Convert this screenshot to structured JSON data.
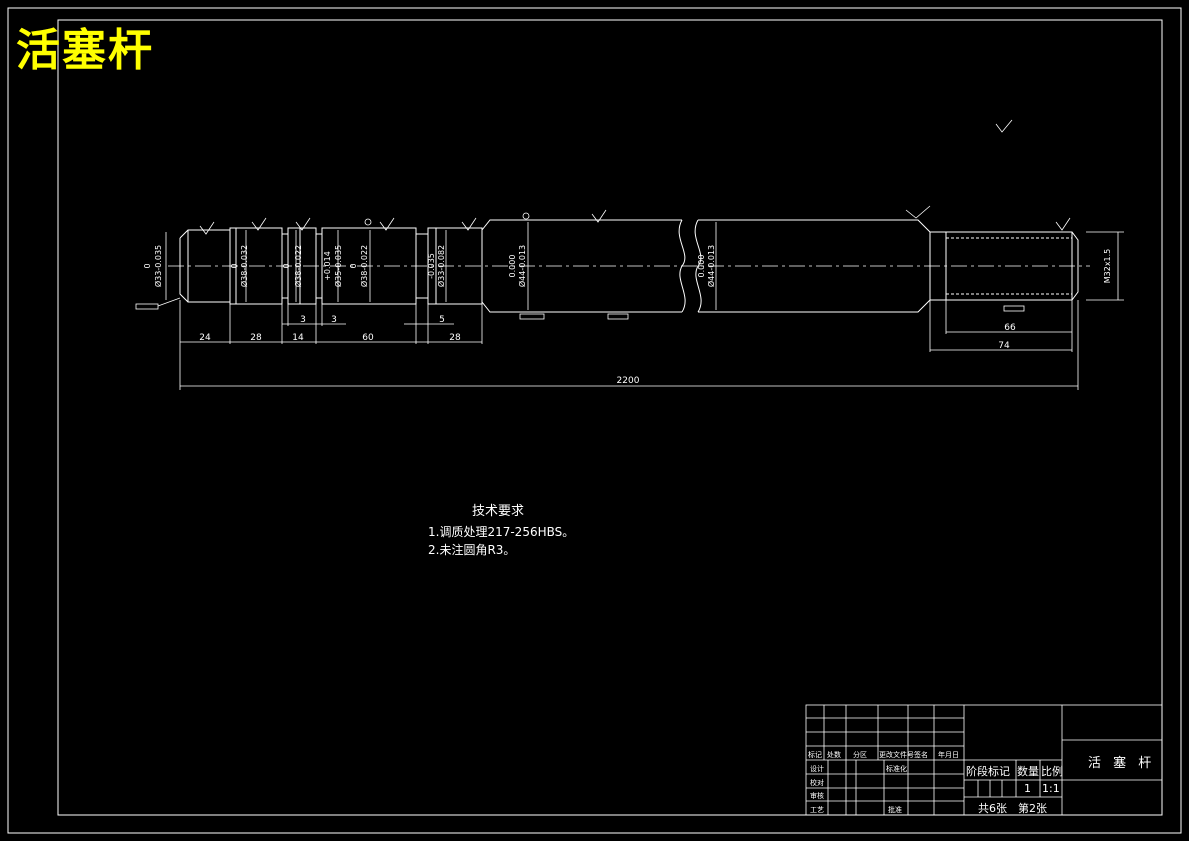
{
  "drawing_title": "活塞杆",
  "technical_requirements": {
    "heading": "技术要求",
    "items": [
      "1.调质处理217-256HBS。",
      "2.未注圆角R3。"
    ]
  },
  "dimensions": {
    "seg_24": "24",
    "seg_28a": "28",
    "seg_14": "14",
    "seg_3a": "3",
    "seg_3b": "3",
    "seg_60": "60",
    "seg_5": "5",
    "seg_28b": "28",
    "seg_66": "66",
    "seg_74": "74",
    "total": "2200"
  },
  "diameters": {
    "d1_upper": "0",
    "d1_lower": "Ø33-0.035",
    "d2_upper": "0",
    "d2_lower": "Ø38-0.032",
    "d3_upper": "0",
    "d3_lower": "Ø38-0.022",
    "d4_upper": "+0.014",
    "d4_lower": "Ø35-0.035",
    "d5_upper": "0",
    "d5_lower": "Ø38-0.022",
    "d6_upper": "-0.035",
    "d6_lower": "Ø33-0.082",
    "d7_upper": "0.000",
    "d7_lower": "Ø44-0.013",
    "d8_upper": "0.000",
    "d8_lower": "Ø44-0.013",
    "thread": "M32x1.5"
  },
  "title_block": {
    "row_labels": [
      "标记",
      "处数",
      "分区",
      "更改文件号",
      "签名",
      "年月日"
    ],
    "designer": "设计",
    "standardization": "标准化",
    "checker": "校对",
    "reviewer": "审核",
    "process": "工艺",
    "approve": "批准",
    "stage_mark": "阶段标记",
    "quantity": "数量",
    "scale_label": "比例",
    "quantity_value": "1",
    "scale_value": "1:1",
    "sheets_total": "共6张",
    "sheet_no": "第2张",
    "part_name": "活 塞 杆"
  },
  "colors": {
    "background": "#000000",
    "lines": "#ffffff",
    "title": "#ffff00"
  }
}
